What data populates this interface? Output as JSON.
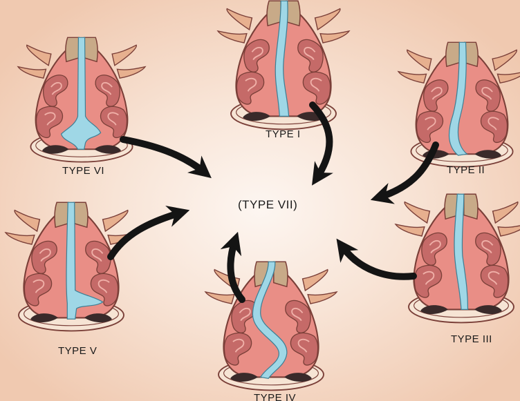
{
  "diagram": {
    "center_label": "(TYPE VII)",
    "types": [
      {
        "id": "type-1",
        "label": "TYPE I"
      },
      {
        "id": "type-2",
        "label": "TYPE II"
      },
      {
        "id": "type-3",
        "label": "TYPE III"
      },
      {
        "id": "type-4",
        "label": "TYPE IV"
      },
      {
        "id": "type-5",
        "label": "TYPE V"
      },
      {
        "id": "type-6",
        "label": "TYPE VI"
      }
    ]
  },
  "colors": {
    "background_center": "#fdf6f1",
    "background_edge": "#f0c9b0",
    "nose_outline": "#7a3f38",
    "nose_fill": "#e98e86",
    "turbinate_fill": "#c56a68",
    "turbinate_inner": "#d48a84",
    "septum_fill": "#9fd7e6",
    "bone_fill": "#c8aa88",
    "base_fill": "#f6e4d4",
    "arrow": "#141414"
  }
}
